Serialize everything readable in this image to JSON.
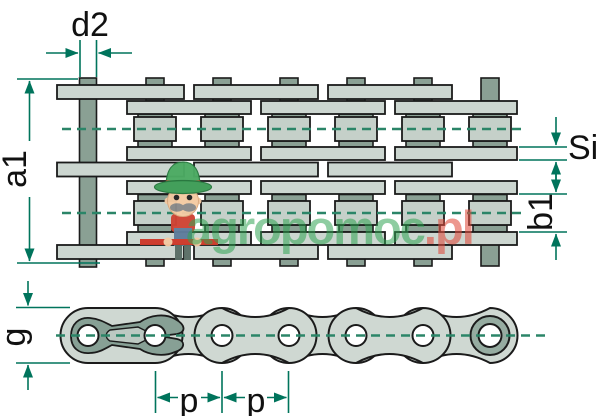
{
  "diagram": {
    "type": "technical-drawing",
    "subject": "duplex roller chain dimensions",
    "labels": {
      "pin_diameter": "d2",
      "pin_length": "a1",
      "plate_thickness": "Si",
      "inner_width": "b1",
      "plate_height": "g",
      "pitch_left": "p",
      "pitch_right": "p"
    },
    "watermark": {
      "brand": "agropomoc",
      "tld": ".pl"
    },
    "colors": {
      "dimension_line": "#00745c",
      "centerline": "#2b8568",
      "plate_fill": "#ccd6d0",
      "dark_part_fill": "#8aa094",
      "watermark_green": "#2ba24f",
      "watermark_red": "#e04b3c"
    }
  }
}
